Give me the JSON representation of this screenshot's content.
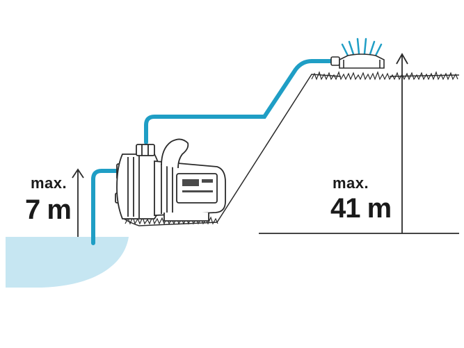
{
  "suction": {
    "label": "max.",
    "value": "7 m"
  },
  "delivery": {
    "label": "max.",
    "value": "41 m"
  },
  "colors": {
    "hose": "#1f9ec5",
    "water": "#c6e6f2",
    "line": "#2a2a2a"
  },
  "icons": [
    "pump-icon",
    "sprinkler-icon",
    "grass-icon",
    "arrow-up-icon"
  ]
}
